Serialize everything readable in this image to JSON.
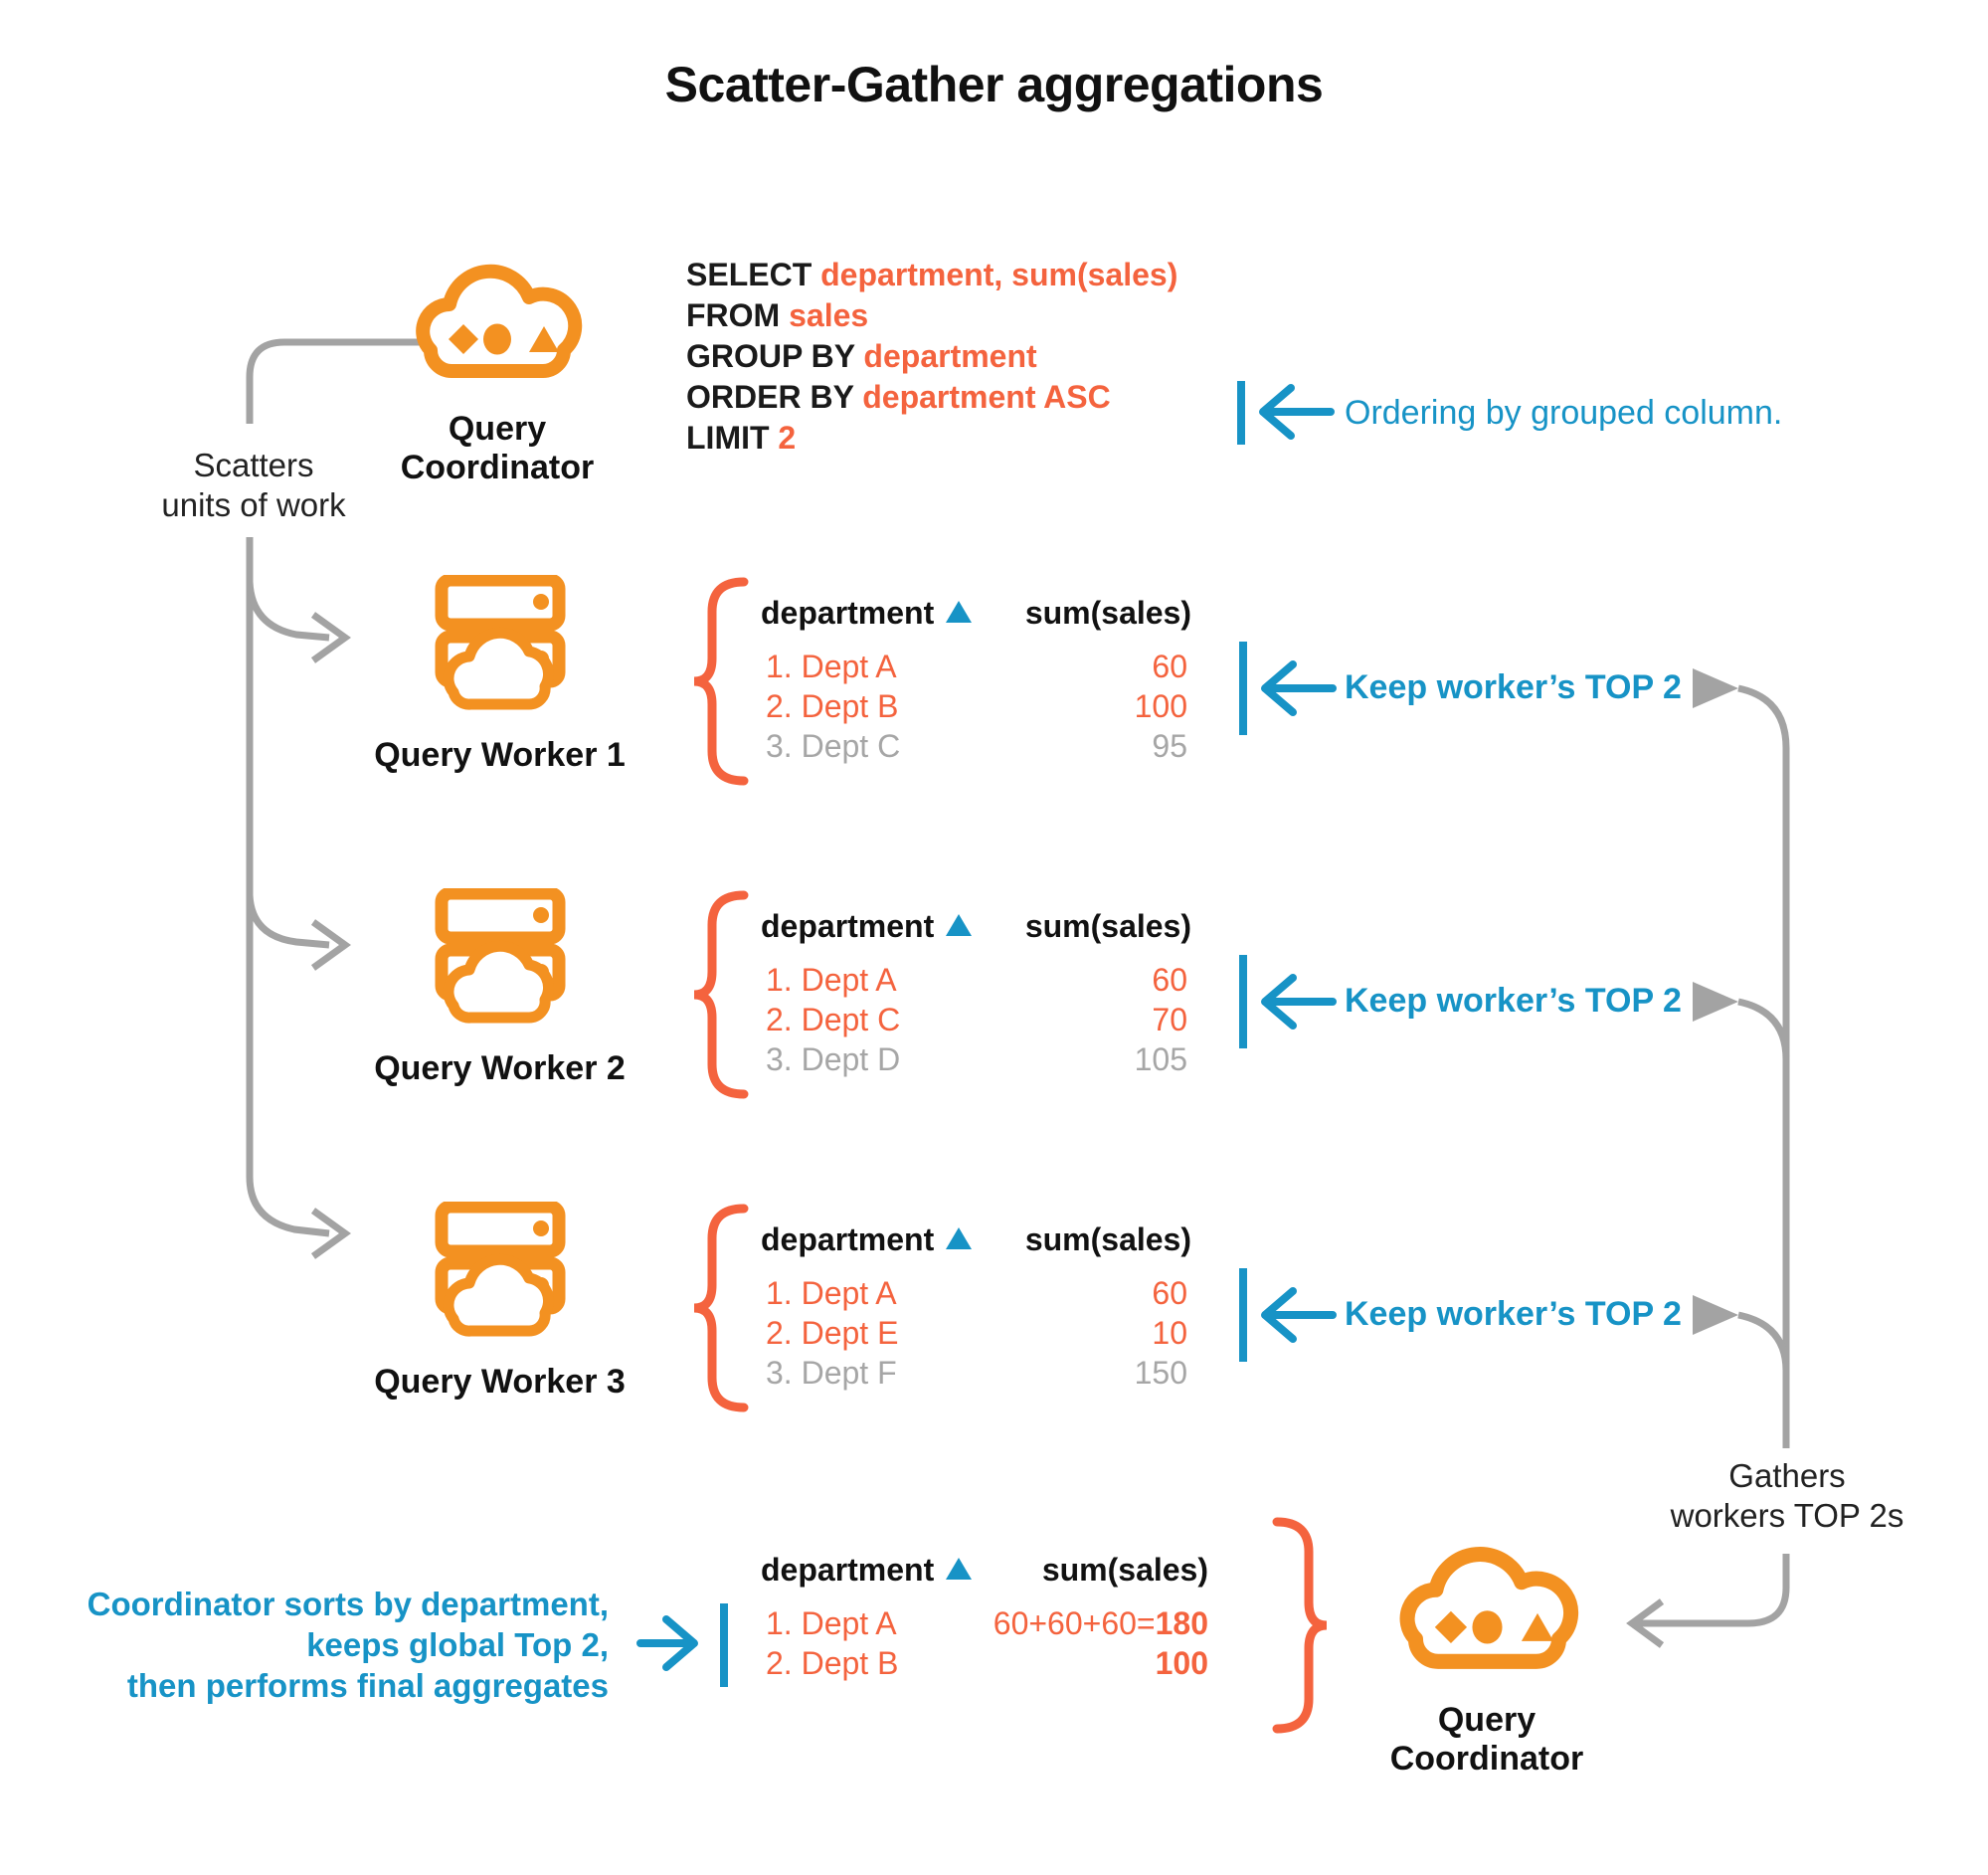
{
  "title": "Scatter-Gather aggregations",
  "colors": {
    "icon_orange": "#F39121",
    "accent_orange": "#F4633E",
    "blue": "#1793C6",
    "gray_line": "#A3A3A3",
    "gray_text": "#A6A6A6",
    "black": "#1A1A1A"
  },
  "coordinator": {
    "label": [
      "Query",
      "Coordinator"
    ]
  },
  "final_coordinator": {
    "label": [
      "Query",
      "Coordinator"
    ]
  },
  "sql": [
    {
      "kw": "SELECT ",
      "val": "department, sum(sales)"
    },
    {
      "kw": "FROM ",
      "val": "sales"
    },
    {
      "kw": "GROUP BY ",
      "val": "department"
    },
    {
      "kw": "ORDER BY ",
      "val": "department ASC"
    },
    {
      "kw": "LIMIT ",
      "val": "2"
    }
  ],
  "notes": {
    "ordering": "Ordering by grouped column.",
    "scatters": [
      "Scatters",
      "units of work"
    ],
    "keep_top2": "Keep worker’s TOP 2",
    "gathers": [
      "Gathers",
      "workers TOP 2s"
    ],
    "final": [
      "Coordinator sorts by department,",
      "keeps global Top 2,",
      "then performs final aggregates"
    ]
  },
  "table_header": {
    "dept": "department",
    "sum": "sum(sales)"
  },
  "workers": [
    {
      "name": "Query Worker 1",
      "rows": [
        {
          "label": "1. Dept A",
          "value": "60",
          "kept": true
        },
        {
          "label": "2. Dept B",
          "value": "100",
          "kept": true
        },
        {
          "label": "3. Dept C",
          "value": "95",
          "kept": false
        }
      ]
    },
    {
      "name": "Query Worker 2",
      "rows": [
        {
          "label": "1. Dept A",
          "value": "60",
          "kept": true
        },
        {
          "label": "2. Dept C",
          "value": "70",
          "kept": true
        },
        {
          "label": "3. Dept D",
          "value": "105",
          "kept": false
        }
      ]
    },
    {
      "name": "Query Worker 3",
      "rows": [
        {
          "label": "1. Dept A",
          "value": "60",
          "kept": true
        },
        {
          "label": "2. Dept E",
          "value": "10",
          "kept": true
        },
        {
          "label": "3. Dept F",
          "value": "150",
          "kept": false
        }
      ]
    }
  ],
  "final_table": {
    "rows": [
      {
        "label": "1. Dept A",
        "expr": "60+60+60=",
        "value": "180"
      },
      {
        "label": "2. Dept B",
        "expr": "",
        "value": "100"
      }
    ]
  }
}
